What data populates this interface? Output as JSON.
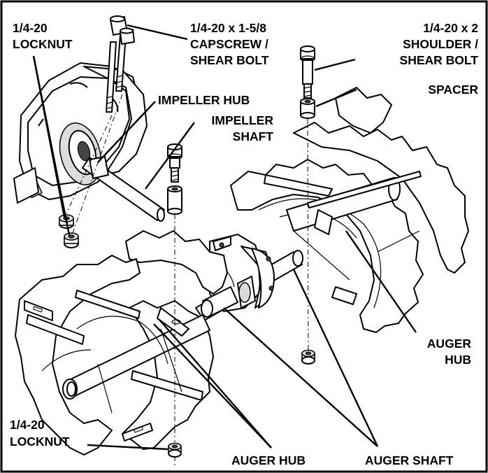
{
  "labels": {
    "locknut_top": [
      "1/4-20",
      "LOCKNUT"
    ],
    "capscrew": [
      "1/4-20 x 1-5/8",
      "CAPSCREW /",
      "SHEAR BOLT"
    ],
    "shoulder": [
      "1/4-20 x 2",
      "SHOULDER /",
      "SHEAR BOLT"
    ],
    "spacer": "SPACER",
    "impeller_hub": "IMPELLER HUB",
    "impeller_shaft": [
      "IMPELLER",
      "SHAFT"
    ],
    "auger_hub_right": [
      "AUGER",
      "HUB"
    ],
    "locknut_bottom": [
      "1/4-20",
      "LOCKNUT"
    ],
    "auger_hub_bottom": "AUGER HUB",
    "auger_shaft": "AUGER SHAFT"
  }
}
